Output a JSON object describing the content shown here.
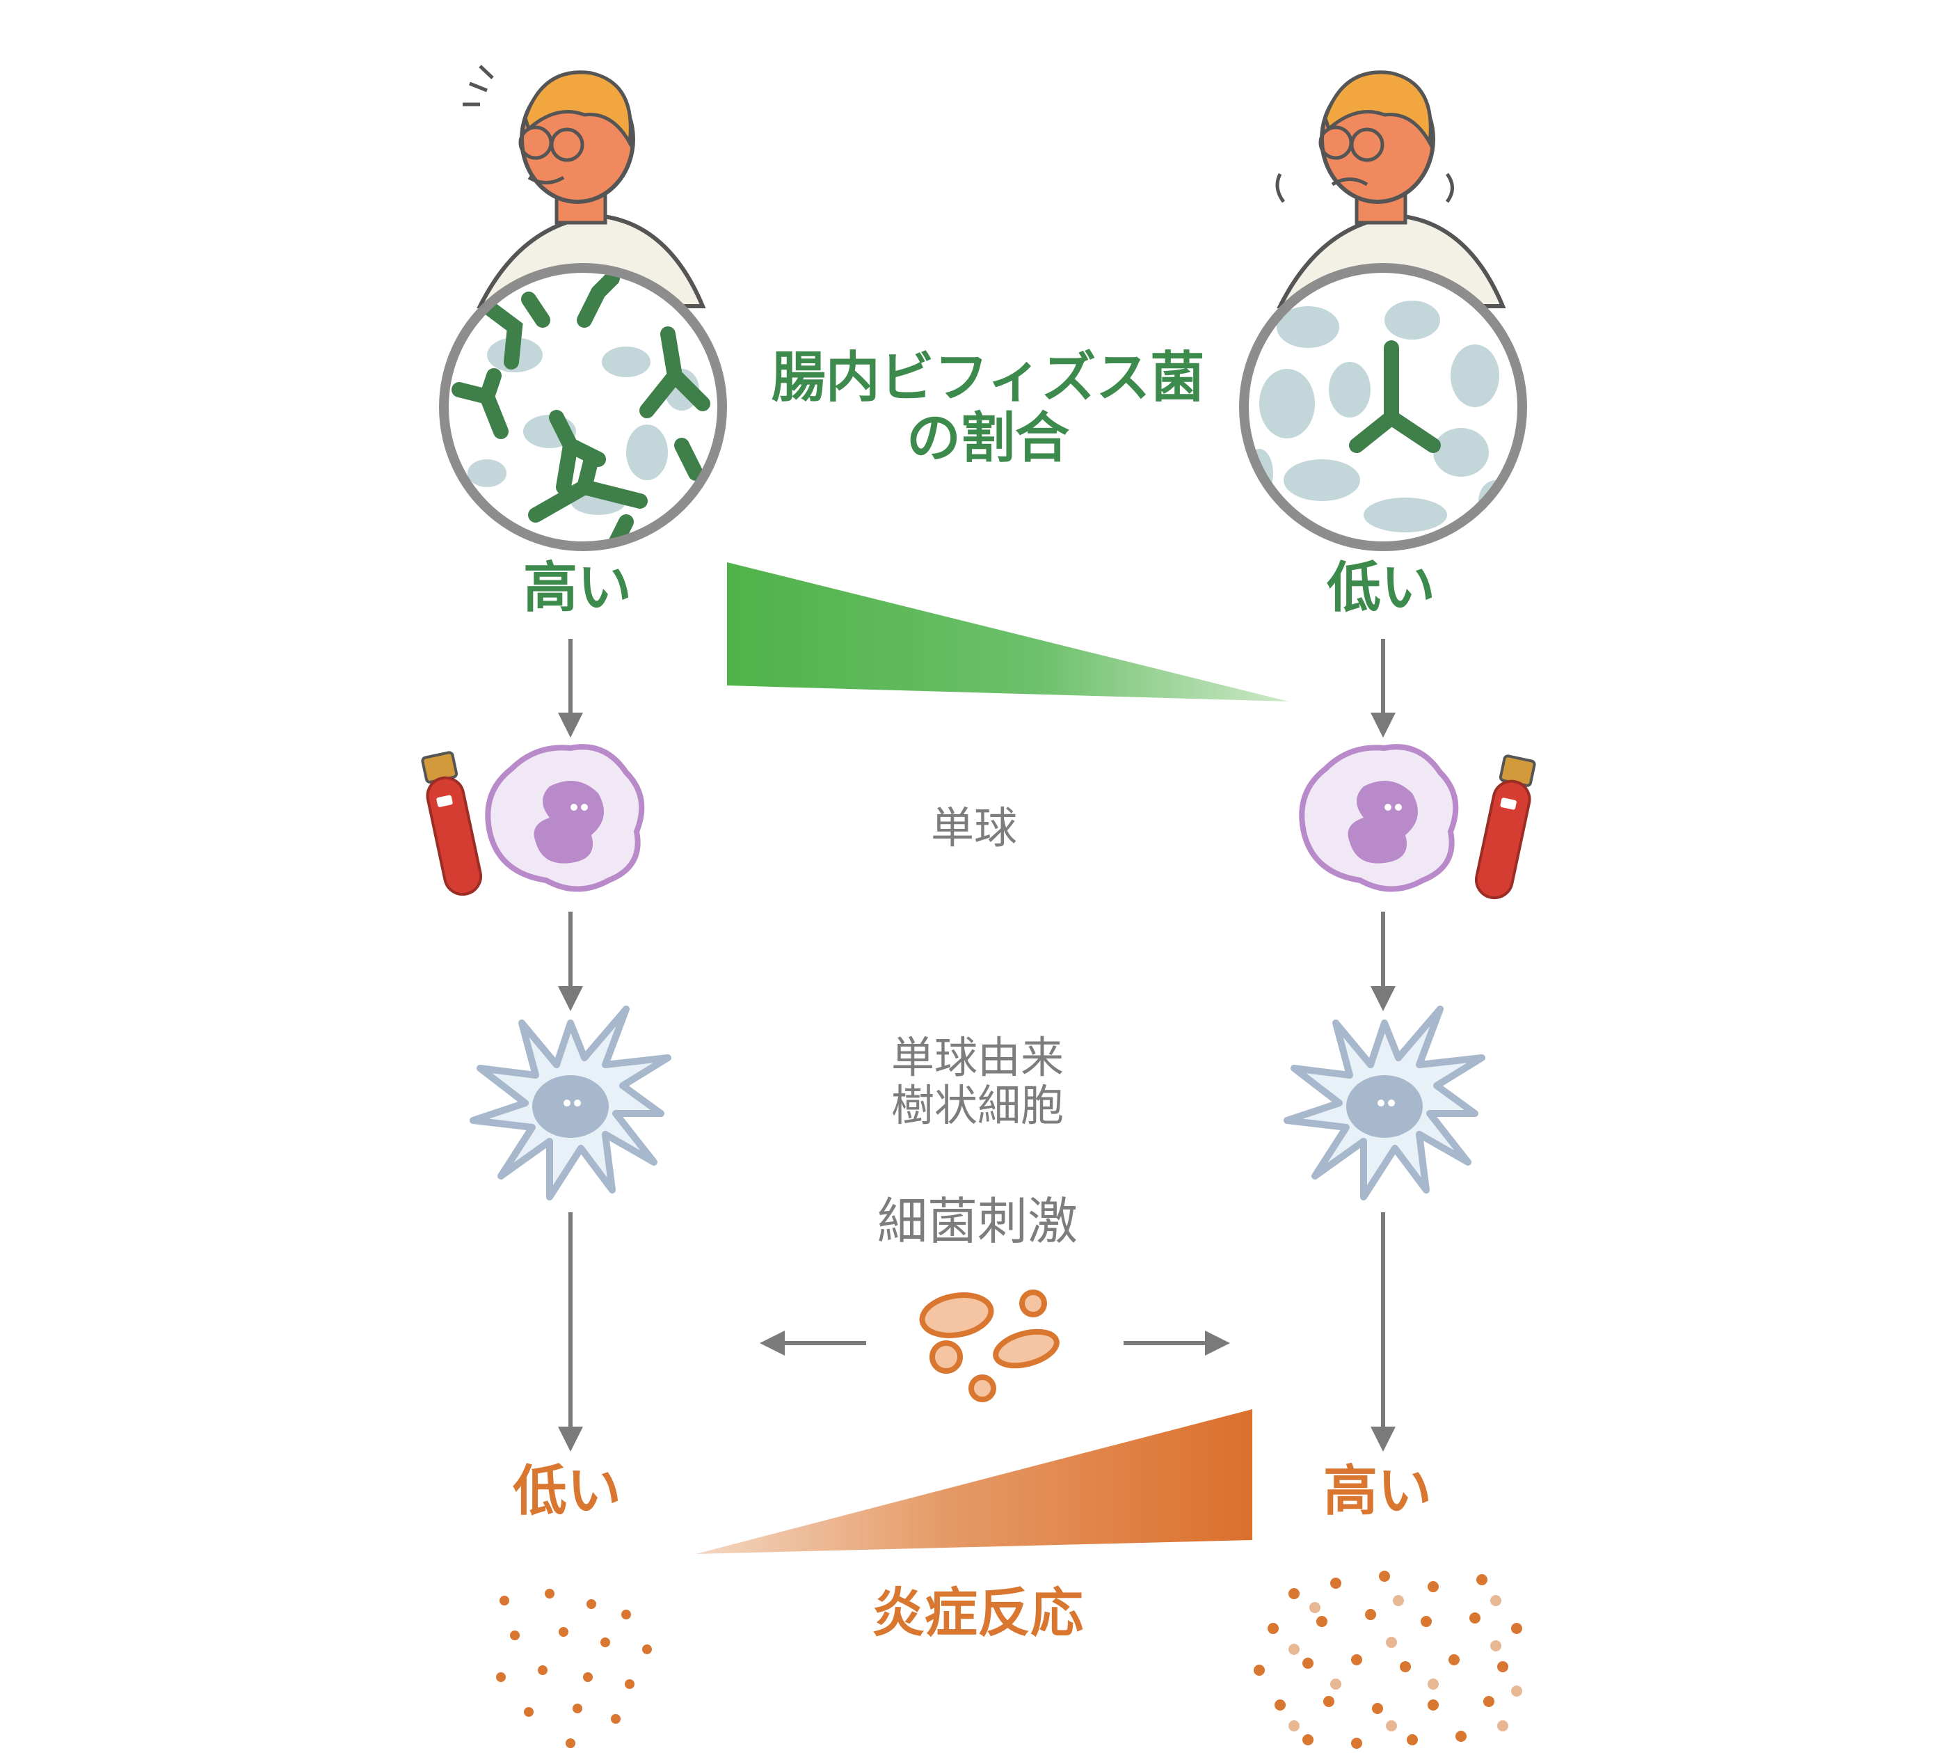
{
  "title": {
    "line1": "腸内ビフィズス菌",
    "line2": "の割合"
  },
  "bifido": {
    "left": "高い",
    "right": "低い"
  },
  "monocyte": "単球",
  "dendritic": {
    "line1": "単球由来",
    "line2": "樹状細胞"
  },
  "stimulus": "細菌刺激",
  "inflammation": {
    "left": "低い",
    "right": "高い",
    "label": "炎症反応"
  },
  "colors": {
    "green": "#3d8a4d",
    "gray": "#7d7d7d",
    "orange": "#d9762f",
    "monocyte": "#b98ac9",
    "dendritic": "#a8b8cc",
    "blood": "#d63d32"
  }
}
